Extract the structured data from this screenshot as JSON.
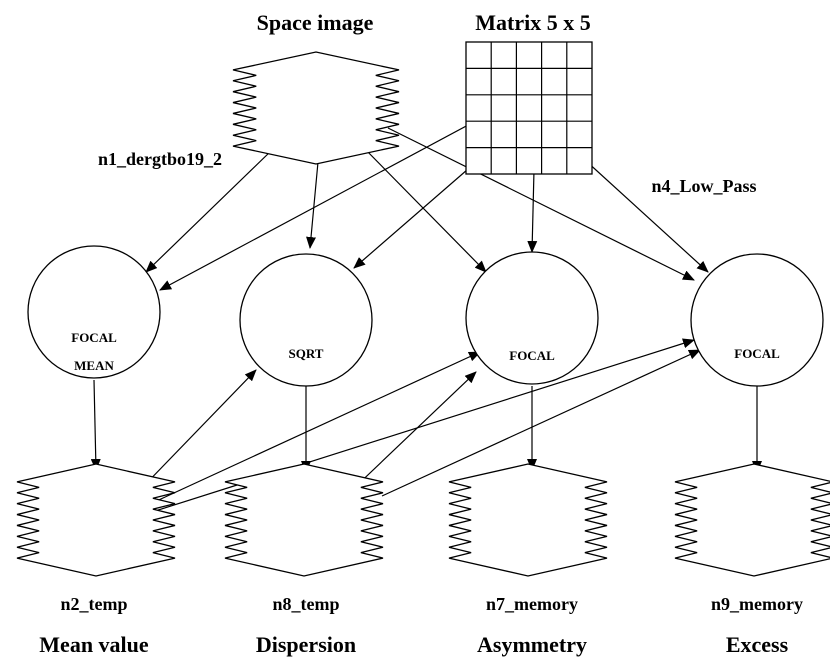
{
  "diagram": {
    "inputs": {
      "space_image": {
        "title": "Space image",
        "name": "n1_dergtbo19_2"
      },
      "matrix": {
        "title": "Matrix 5 x 5",
        "name": "n4_Low_Pass"
      }
    },
    "operations": {
      "focal_mean": {
        "line1": "FOCAL",
        "line2": "MEAN"
      },
      "sqrt": {
        "label": "SQRT"
      },
      "focal_a": {
        "label": "FOCAL"
      },
      "focal_b": {
        "label": "FOCAL"
      }
    },
    "outputs": [
      {
        "name": "n2_temp",
        "caption": "Mean value"
      },
      {
        "name": "n8_temp",
        "caption": "Dispersion"
      },
      {
        "name": "n7_memory",
        "caption": "Asymmetry"
      },
      {
        "name": "n9_memory",
        "caption": "Excess"
      }
    ],
    "colors": {
      "line": "#000000",
      "fill": "#ffffff",
      "background": "#ffffff"
    }
  }
}
